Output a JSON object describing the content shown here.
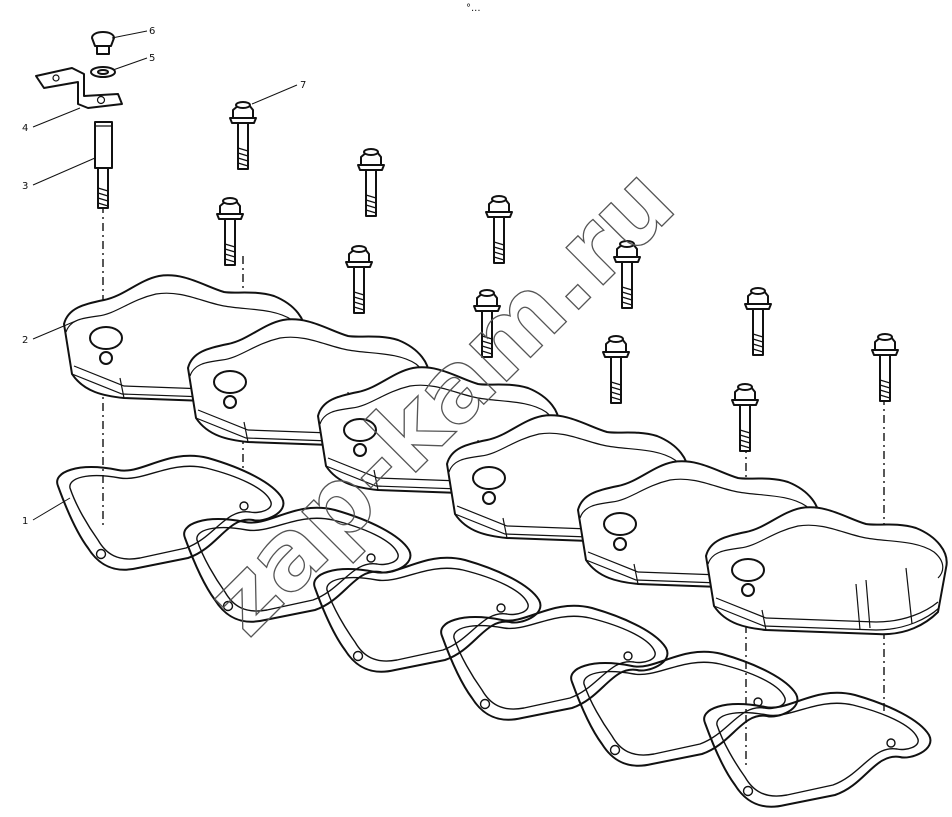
{
  "diagram": {
    "header_mark": "°...",
    "callouts": [
      {
        "id": "1",
        "text": "1",
        "part": "rocker-cover-gasket"
      },
      {
        "id": "2",
        "text": "2",
        "part": "rocker-cover"
      },
      {
        "id": "3",
        "text": "3",
        "part": "stud-spacer"
      },
      {
        "id": "4",
        "text": "4",
        "part": "bracket"
      },
      {
        "id": "5",
        "text": "5",
        "part": "washer"
      },
      {
        "id": "6",
        "text": "6",
        "part": "cap-screw"
      },
      {
        "id": "7",
        "text": "7",
        "part": "flange-bolt"
      }
    ],
    "watermark": "zap-kam.ru",
    "colors": {
      "line": "#111111",
      "background": "#ffffff",
      "watermark": "#555555"
    },
    "counts": {
      "covers": 6,
      "gaskets": 6,
      "bolts": 12
    }
  }
}
